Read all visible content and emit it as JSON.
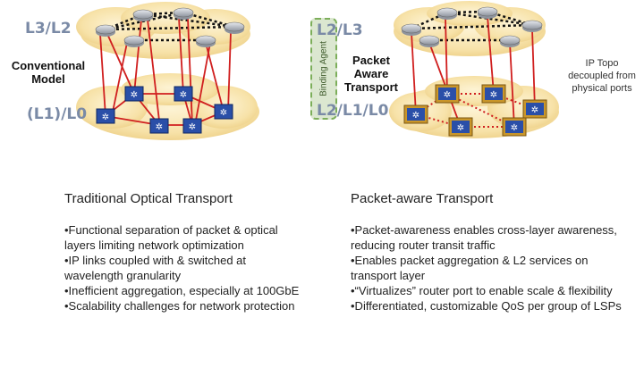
{
  "left_diagram": {
    "upper_layer_label": "L3/L2",
    "lower_layer_label": "(L1)/L0",
    "model_label": "Conventional Model"
  },
  "right_diagram": {
    "upper_layer_label": "L2/L3",
    "lower_layer_label": "L2/L1/L0",
    "binding_agent_label": "Binding Agent",
    "model_label": "Packet Aware Transport",
    "note": "IP Topo decoupled from physical ports"
  },
  "left_column": {
    "heading": "Traditional Optical Transport",
    "bullets": [
      "•Functional separation of packet & optical layers limiting network optimization",
      "•IP links coupled with & switched at wavelength granularity",
      "•Inefficient aggregation, especially at 100GbE",
      "•Scalability challenges for network protection"
    ]
  },
  "right_column": {
    "heading": "Packet-aware Transport",
    "bullets": [
      "•Packet-awareness enables cross-layer awareness, reducing router transit traffic",
      "•Enables packet aggregation & L2 services on transport layer",
      "•“Virtualizes” router port to enable scale & flexibility",
      "•Differentiated, customizable QoS per group of LSPs"
    ]
  },
  "colors": {
    "cloud_fill": "#f7e2a8",
    "cloud_edge": "#e9c77a",
    "link_red": "#d01f1f",
    "router_gray": "#b9bec6",
    "switch_blue": "#2a4fa8",
    "box_gold": "#c9962a",
    "binding_green": "#7cae5a"
  }
}
